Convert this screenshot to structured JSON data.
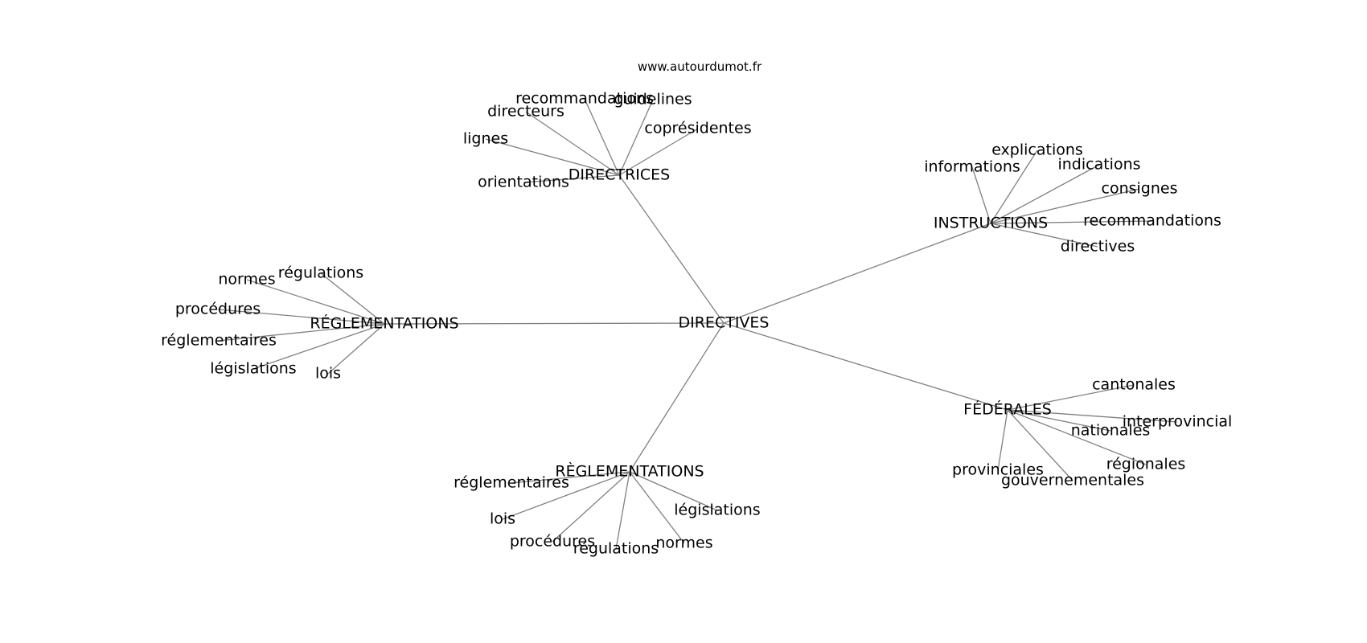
{
  "site_label": "www.autourdumot.fr",
  "center": {
    "label": "DIRECTIVES",
    "clusters": [
      {
        "label": "DIRECTRICES",
        "leaves": [
          "recommandations",
          "guidelines",
          "directeurs",
          "coprésidentes",
          "lignes",
          "orientations"
        ]
      },
      {
        "label": "INSTRUCTIONS",
        "leaves": [
          "explications",
          "informations",
          "indications",
          "consignes",
          "recommandations",
          "directives"
        ]
      },
      {
        "label": "RÉGLEMENTATIONS",
        "leaves": [
          "régulations",
          "normes",
          "procédures",
          "réglementaires",
          "législations",
          "lois"
        ]
      },
      {
        "label": "RÈGLEMENTATIONS",
        "leaves": [
          "réglementaires",
          "lois",
          "procédures",
          "régulations",
          "normes",
          "législations"
        ]
      },
      {
        "label": "FÉDÉRALES",
        "leaves": [
          "cantonales",
          "interprovincial",
          "nationales",
          "régionales",
          "provinciales",
          "gouvernementales"
        ]
      }
    ]
  }
}
